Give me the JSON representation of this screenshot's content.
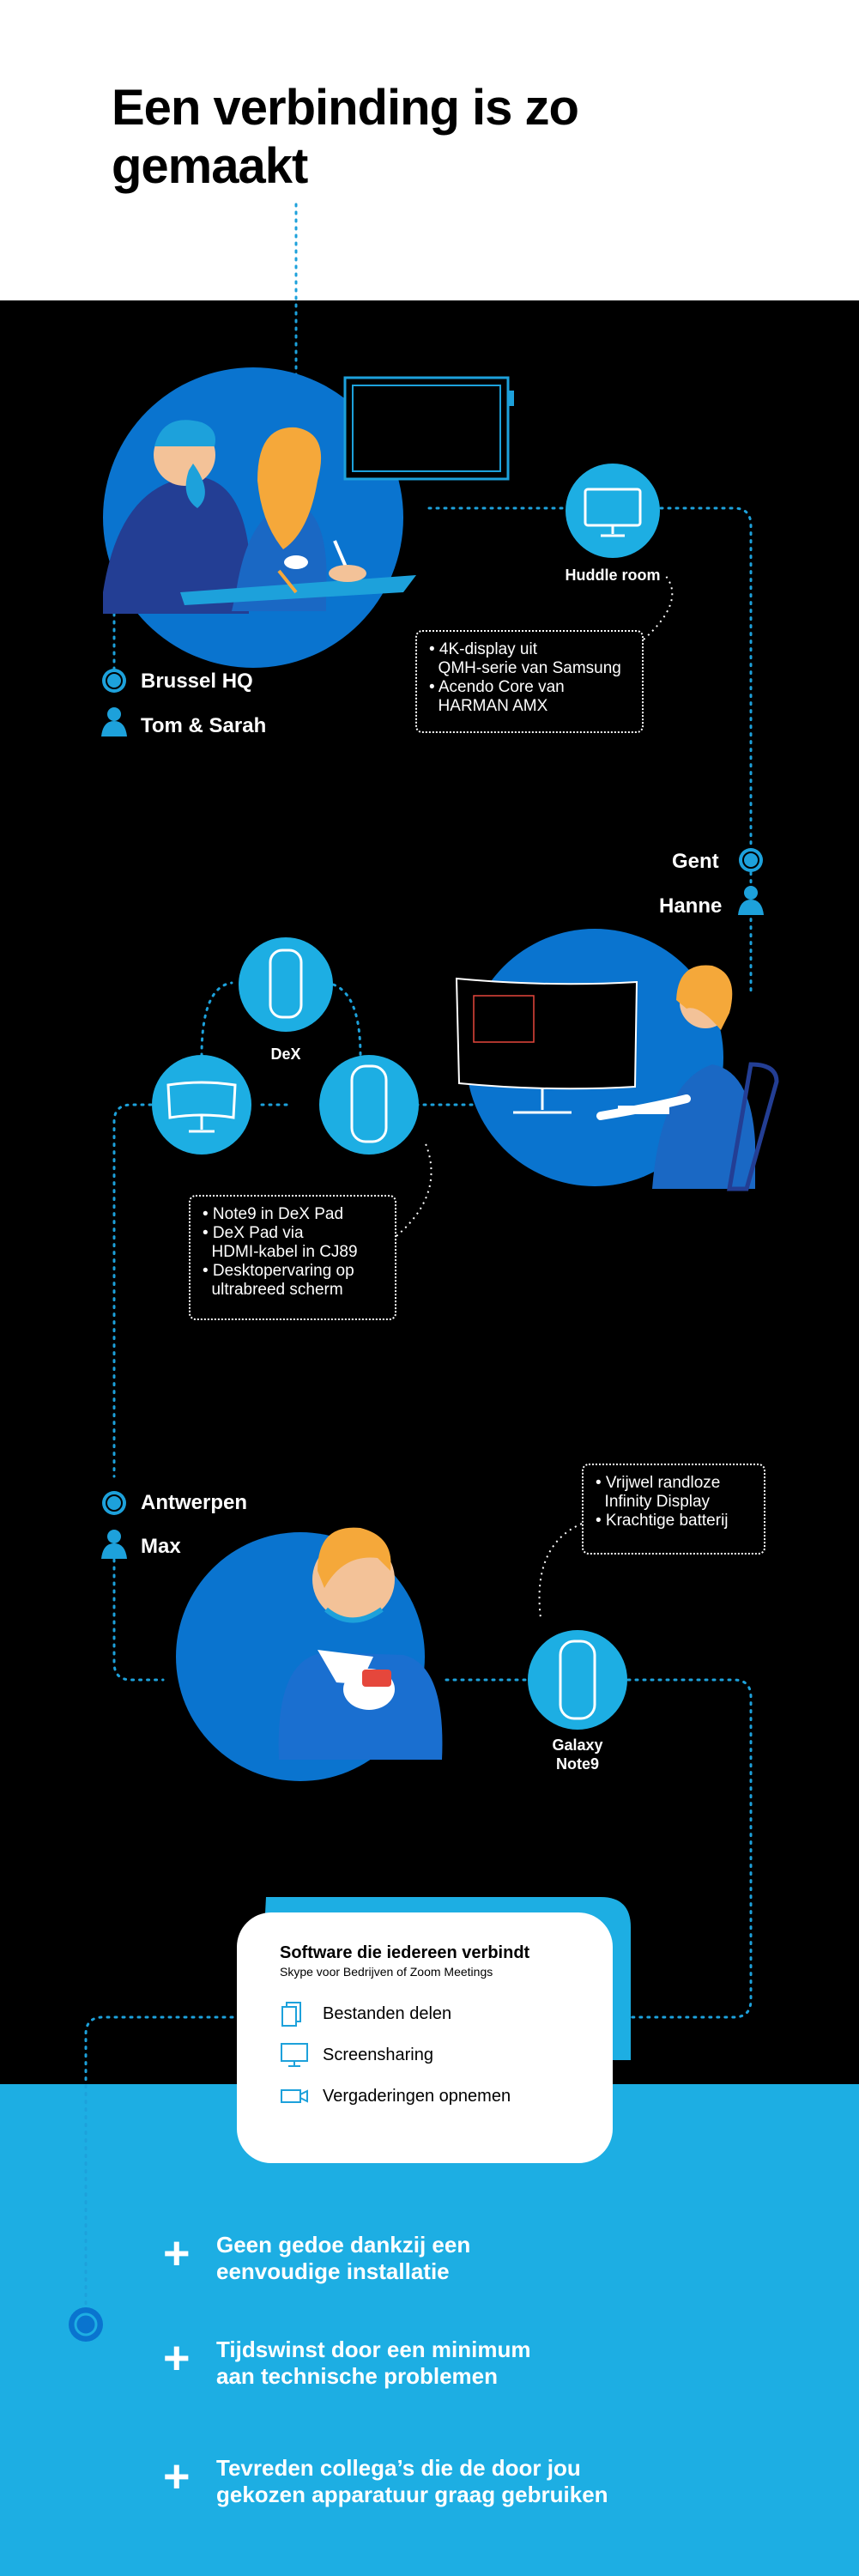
{
  "header": {
    "title": "Een verbinding is zo gemaakt"
  },
  "locations": {
    "brussel": {
      "city": "Brussel HQ",
      "people": "Tom & Sarah"
    },
    "gent": {
      "city": "Gent",
      "people": "Hanne"
    },
    "antwerpen": {
      "city": "Antwerpen",
      "people": "Max"
    }
  },
  "devices": {
    "huddle": "Huddle room",
    "dex": "DeX",
    "galaxy": "Galaxy Note9"
  },
  "notes": {
    "brussel": [
      "• 4K-display uit",
      "  QMH-serie van Samsung",
      "• Acendo Core van",
      "  HARMAN AMX"
    ],
    "gent": [
      "• Note9 in DeX Pad",
      "• DeX Pad via",
      "  HDMI-kabel in CJ89",
      "• Desktopervaring op",
      "  ultrabreed scherm"
    ],
    "antwerpen": [
      "• Vrijwel randloze",
      "  Infinity Display",
      "• Krachtige batterij"
    ]
  },
  "software": {
    "title": "Software die iedereen verbindt",
    "subtitle": "Skype voor Bedrijven of Zoom Meetings",
    "features": [
      {
        "icon": "files-icon",
        "label": "Bestanden delen"
      },
      {
        "icon": "monitor-icon",
        "label": "Screensharing"
      },
      {
        "icon": "record-icon",
        "label": "Vergaderingen opnemen"
      }
    ]
  },
  "benefits": [
    {
      "line1": "Geen gedoe dankzij een",
      "line2": "eenvoudige installatie"
    },
    {
      "line1": "Tijdswinst door een minimum",
      "line2": "aan technische problemen"
    },
    {
      "line1": "Tevreden collega’s die de door jou",
      "line2": "gekozen apparatuur graag gebruiken"
    }
  ],
  "colors": {
    "blue": "#0a74cf",
    "cyan": "#1daee3",
    "dot": "#1da1db",
    "black": "#000000"
  }
}
